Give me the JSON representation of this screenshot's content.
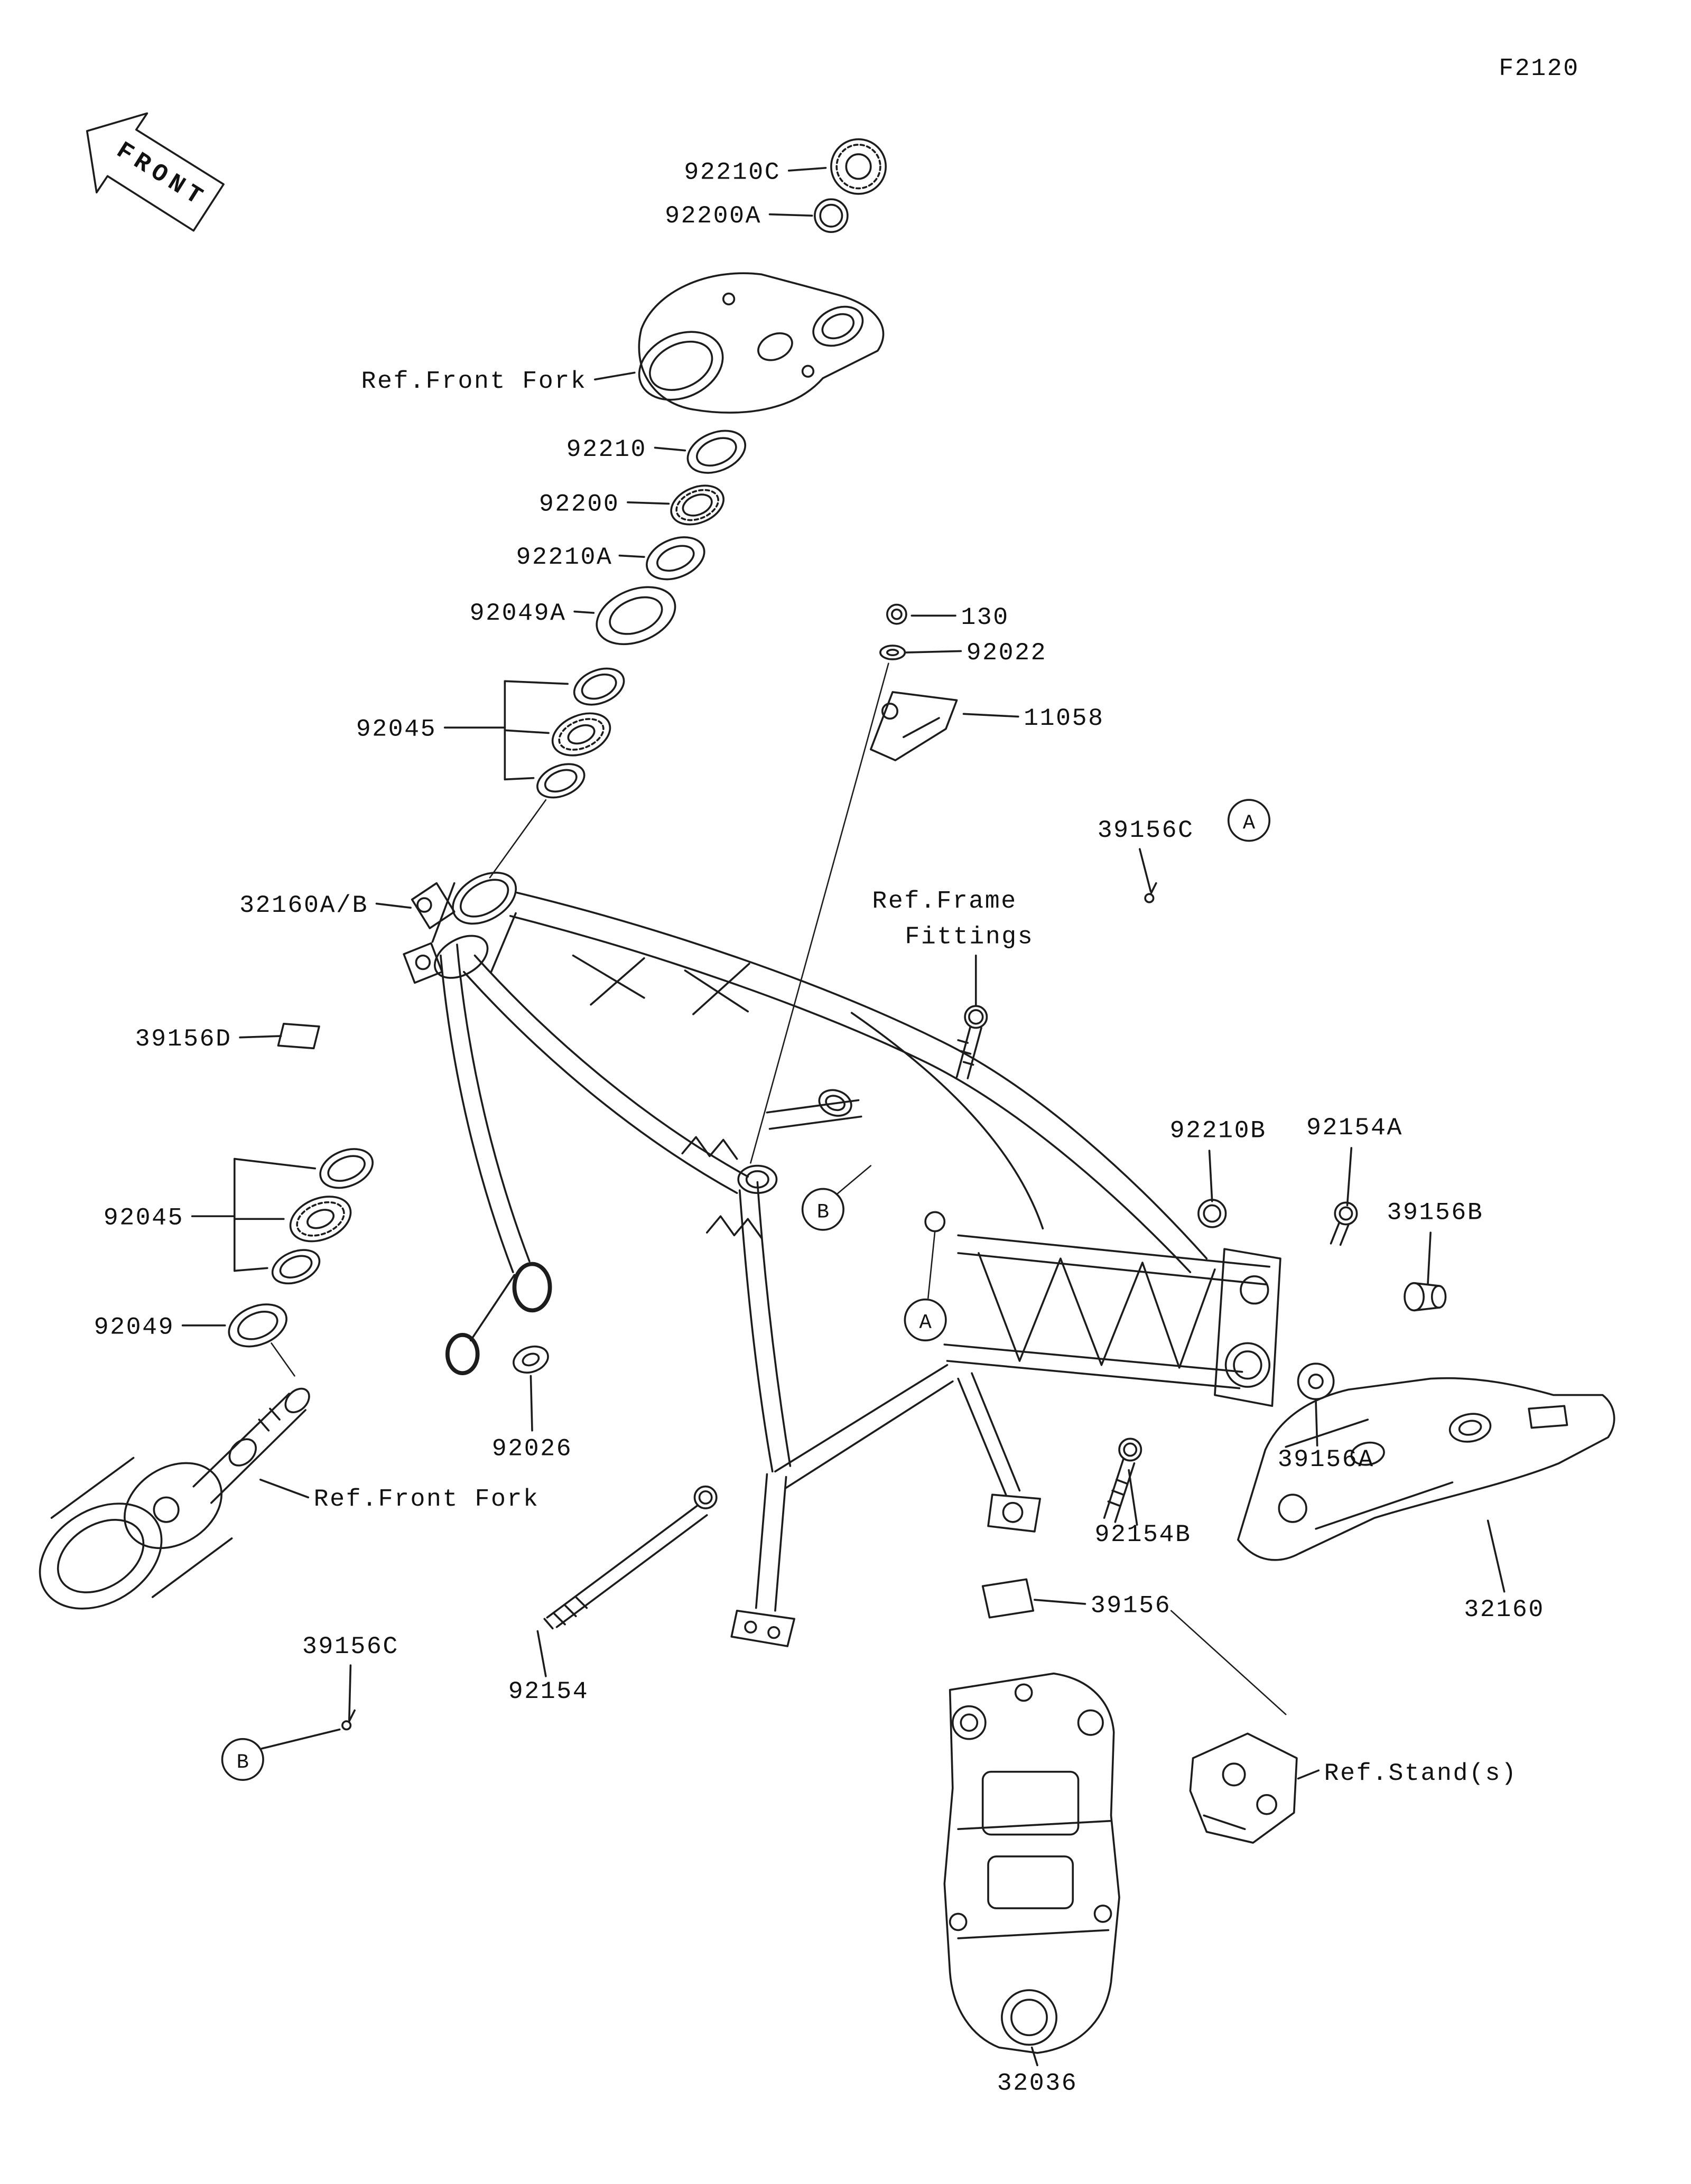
{
  "figure_code": "F2120",
  "front_banner": "FRONT",
  "labels": {
    "p92210C": "92210C",
    "p92200A": "92200A",
    "ref_front_fork_top": "Ref.Front Fork",
    "p92210": "92210",
    "p92200": "92200",
    "p92210A": "92210A",
    "p92049A": "92049A",
    "p92045_top": "92045",
    "p130": "130",
    "p92022": "92022",
    "p11058": "11058",
    "p39156C_top": "39156C",
    "p32160AB": "32160A/B",
    "ref_frame_l1": "Ref.Frame",
    "ref_frame_l2": "Fittings",
    "p39156D": "39156D",
    "p92210B": "92210B",
    "p92154A": "92154A",
    "p39156B": "39156B",
    "p92045_bottom": "92045",
    "p92049": "92049",
    "p92026": "92026",
    "p39156A": "39156A",
    "ref_front_fork_bottom": "Ref.Front Fork",
    "p92154B": "92154B",
    "p39156": "39156",
    "p32160": "32160",
    "p39156C_bottom": "39156C",
    "p92154": "92154",
    "ref_stands": "Ref.Stand(s)",
    "p32036": "32036"
  },
  "callouts": {
    "A": "A",
    "B": "B"
  }
}
